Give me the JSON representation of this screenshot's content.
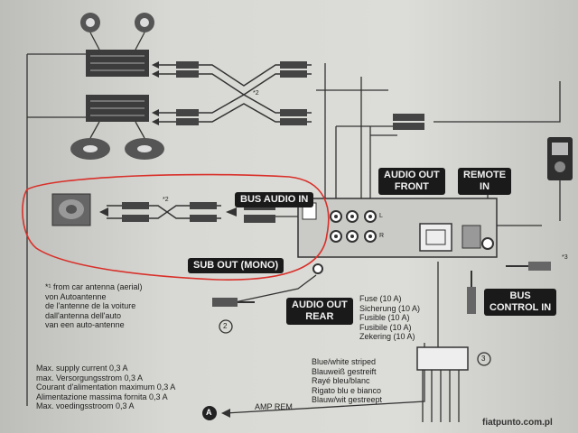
{
  "labels": {
    "bus_audio_in": "BUS AUDIO IN",
    "sub_out_mono": "SUB OUT (MONO)",
    "audio_out_front": "AUDIO OUT\nFRONT",
    "remote_in": "REMOTE\nIN",
    "audio_out_rear": "AUDIO OUT\nREAR",
    "bus_control_in": "BUS\nCONTROL IN"
  },
  "antenna_note": "*¹ from car antenna (aerial)\nvon Autoantenne\nde l'antenne de la voiture\ndall'antenna dell'auto\nvan een auto-antenne",
  "fuse_note": "Fuse (10 A)\nSicherung (10 A)\nFusible (10 A)\nFusibile (10 A)\nZekering (10 A)",
  "wire_note": "Blue/white striped\nBlauweiß gestreift\nRayé bleu/blanc\nRigato blu e bianco\nBlauw/wit gestreept",
  "supply_note": "Max. supply current 0,3 A\nmax. Versorgungsstrom 0,3 A\nCourant d'alimentation maximum 0,3 A\nAlimentazione massima fornita 0,3 A\nMax. voedingsstroom 0,3 A",
  "amp_rem": "AMP REM",
  "marker_a": "A",
  "callout_2": "2",
  "callout_3": "3",
  "mark_x2_top": "*2",
  "mark_x2_mid": "*2",
  "mark_x3": "*3",
  "jack_l": "L",
  "jack_r": "R",
  "watermark": "fiatpunto.com.pl",
  "highlight_color": "#d9302a"
}
